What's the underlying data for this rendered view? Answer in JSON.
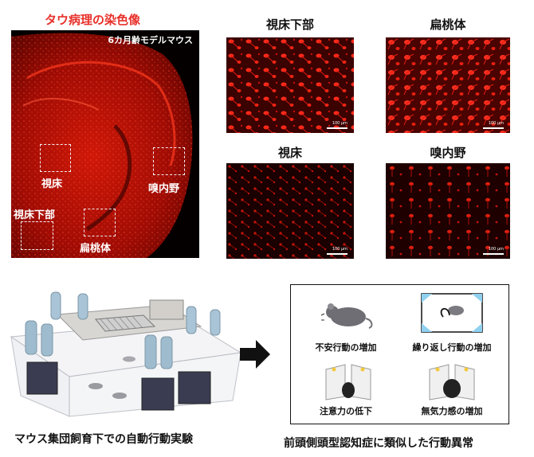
{
  "title": "タウ病理の染色像",
  "brain": {
    "subtitle": "6カ月齢モデルマウス",
    "rois": [
      {
        "label": "視床"
      },
      {
        "label": "嗅内野"
      },
      {
        "label": "視床下部"
      },
      {
        "label": "扁桃体"
      }
    ]
  },
  "micro": [
    {
      "label": "視床下部",
      "scale": "100 µm"
    },
    {
      "label": "扁桃体",
      "scale": "100 µm"
    },
    {
      "label": "視床",
      "scale": "100 µm"
    },
    {
      "label": "嗅内野",
      "scale": "100 µm"
    }
  ],
  "experiment_caption": "マウス集団飼育下での自動行動実験",
  "result_caption": "前頭側頭型認知症に類似した行動異常",
  "symptoms": [
    {
      "label": "不安行動の増加"
    },
    {
      "label": "繰り返し行動の増加"
    },
    {
      "label": "注意力の低下"
    },
    {
      "label": "無気力感の増加"
    }
  ],
  "colors": {
    "accent": "#e8312a",
    "stain": "#ff2a1a",
    "background_dark": "#050000"
  }
}
